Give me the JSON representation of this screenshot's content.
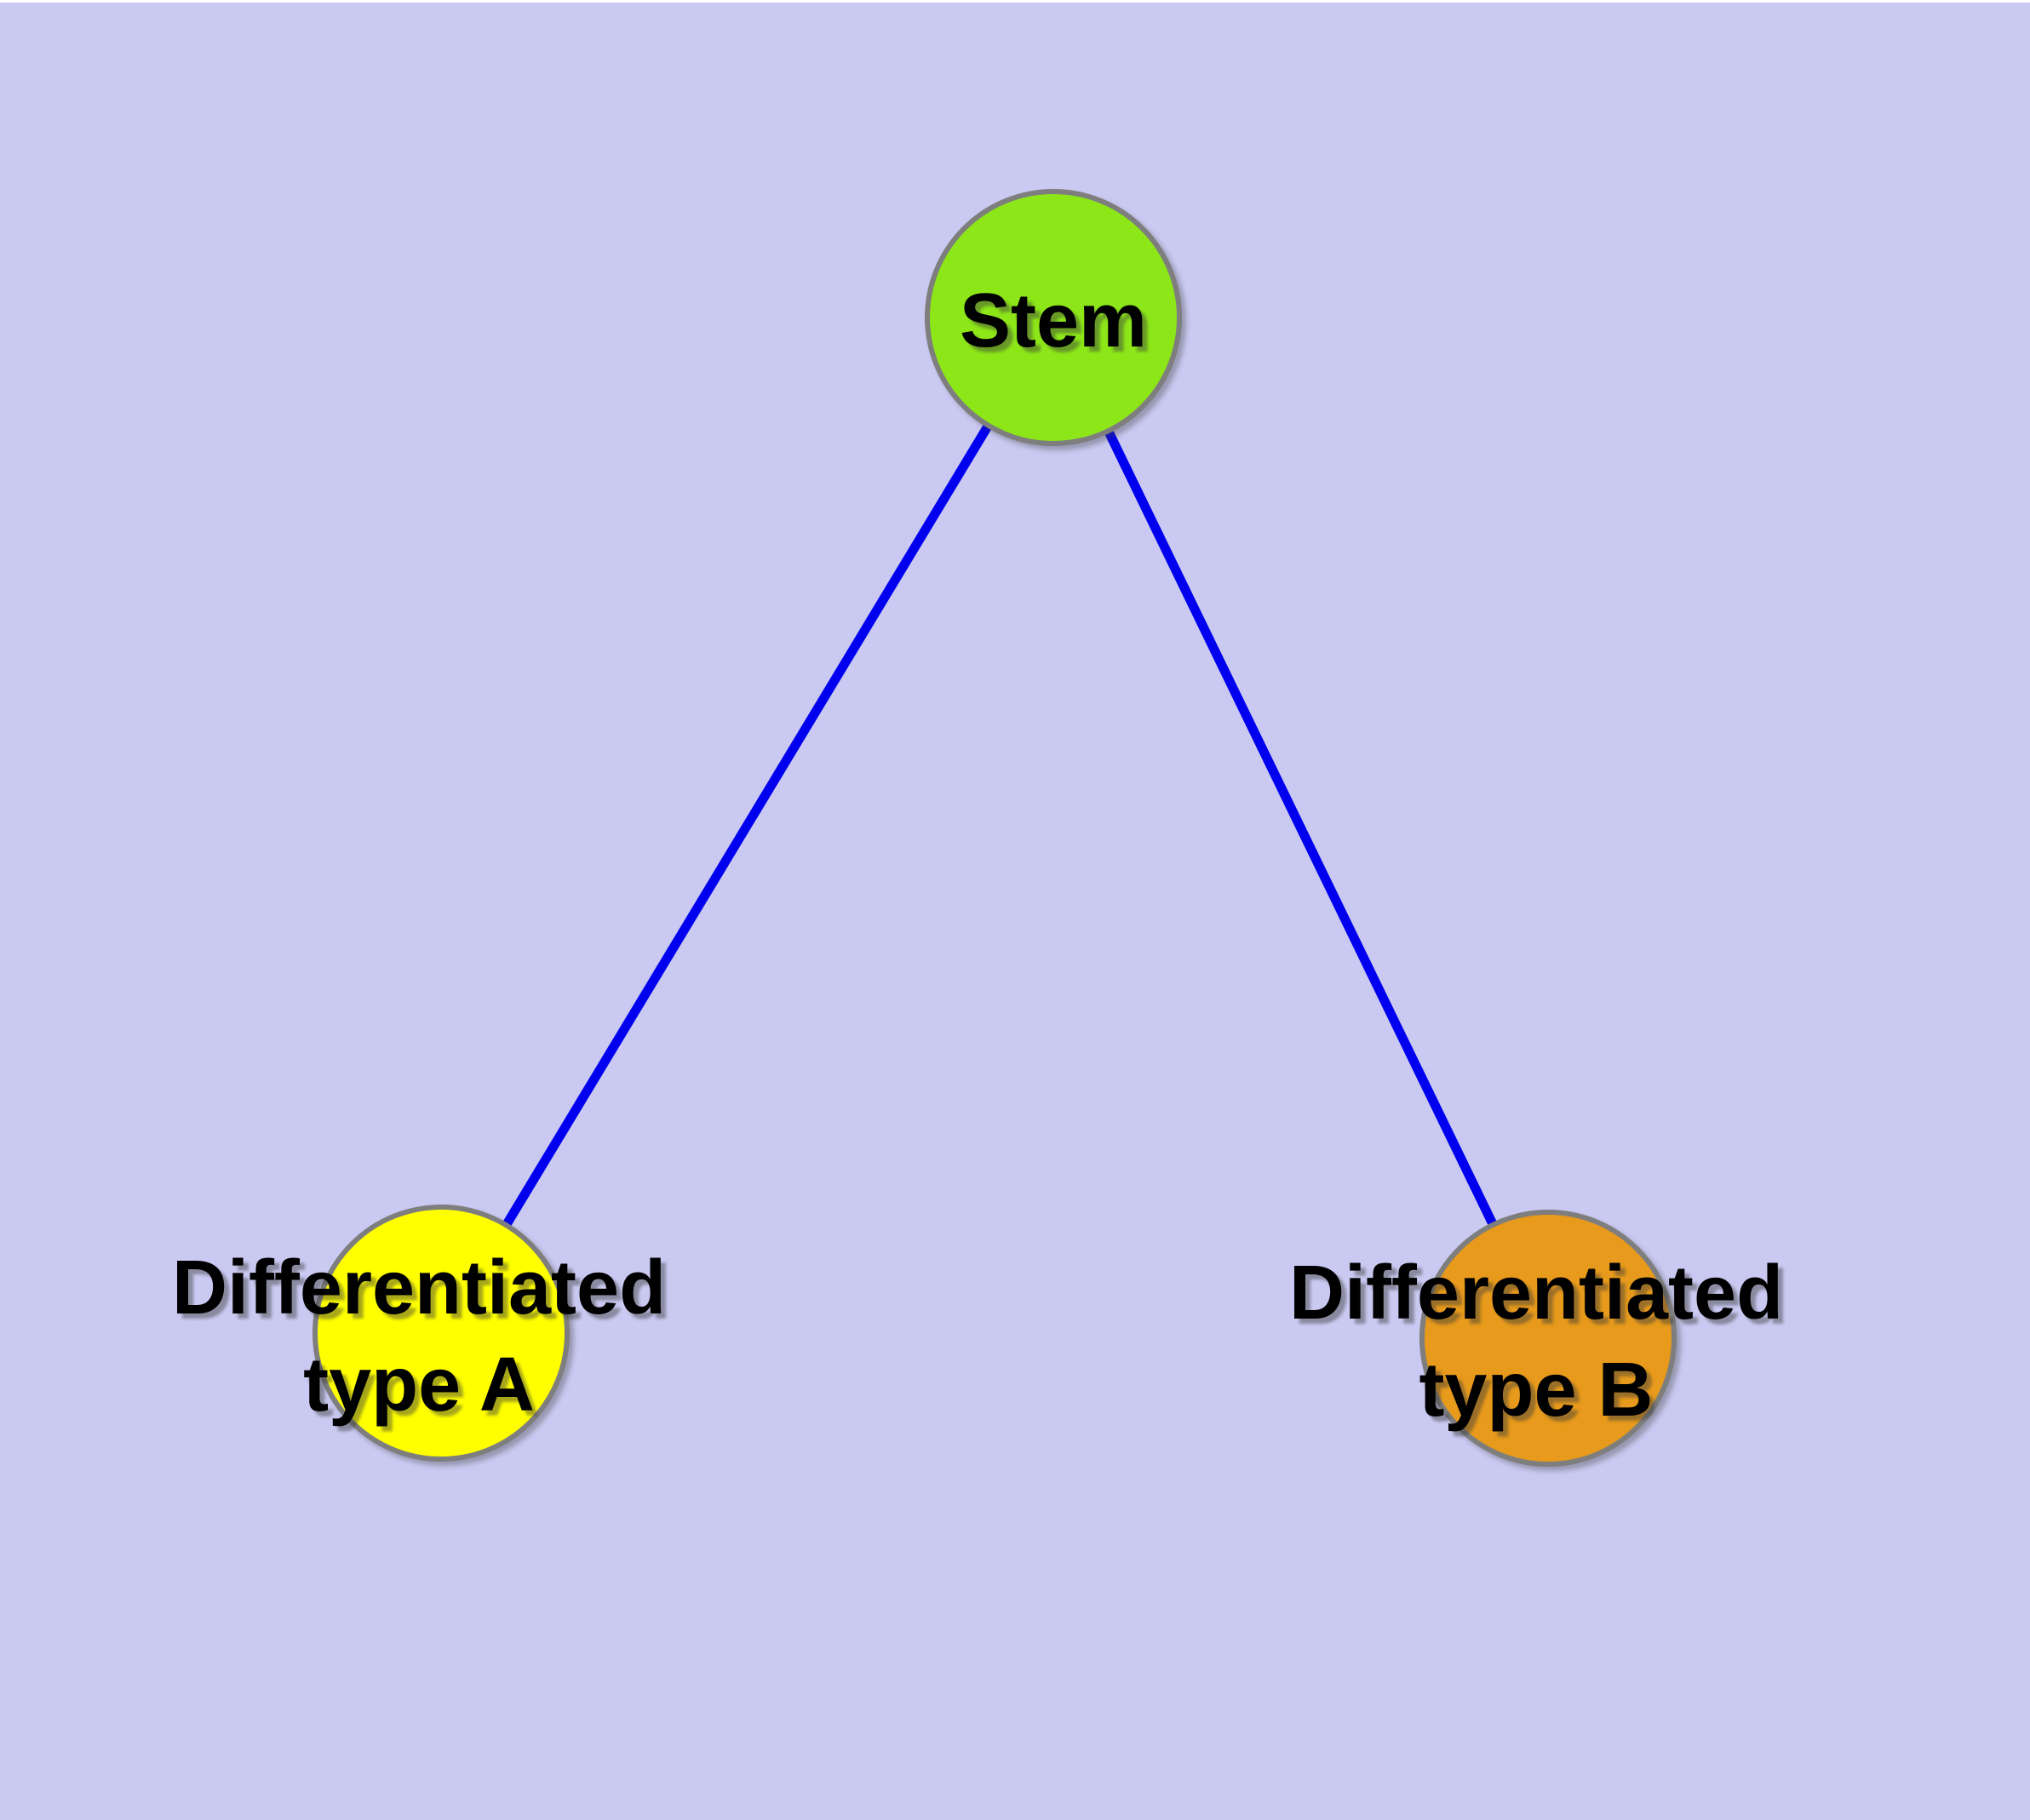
{
  "diagram": {
    "type": "node-link graph",
    "nodes": {
      "stem": {
        "label": "Stem",
        "color": "#8CE618"
      },
      "type_a": {
        "label_line1": "Differentiated",
        "label_line2": "type A",
        "label_full": "Differentiated type A",
        "color": "#FFFF00"
      },
      "type_b": {
        "label_line1": "Differentiated",
        "label_line2": "type B",
        "label_full": "Differentiated type B",
        "color": "#E79A1B"
      }
    },
    "edges": [
      {
        "from": "Stem",
        "to": "Differentiated type A"
      },
      {
        "from": "Stem",
        "to": "Differentiated type B"
      }
    ]
  },
  "colors": {
    "background": "#C9C9F1",
    "top_strip": "#FFFFFF",
    "edge": "#0000EE",
    "node_border": "#7E7E7E",
    "label_text": "#000000",
    "node_stem_fill": "#8CE618",
    "node_type_a_fill": "#FFFF00",
    "node_type_b_fill": "#E79A1B"
  }
}
